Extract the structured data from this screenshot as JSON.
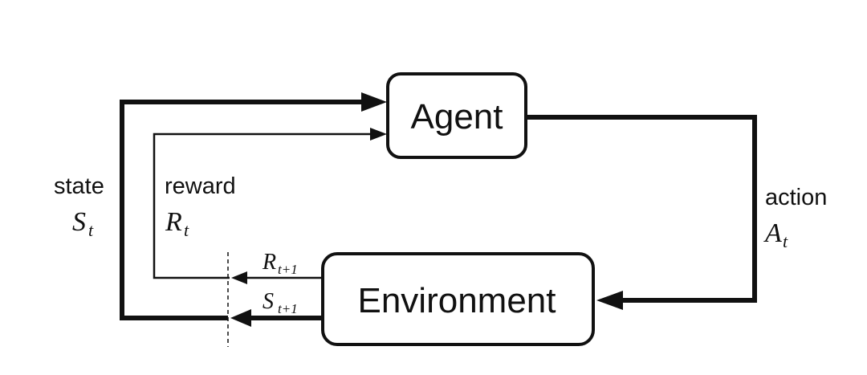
{
  "agent": {
    "label": "Agent"
  },
  "environment": {
    "label": "Environment"
  },
  "state": {
    "word": "state",
    "symbol": "S",
    "subscript": "t"
  },
  "reward": {
    "word": "reward",
    "symbol": "R",
    "subscript": "t"
  },
  "action": {
    "word": "action",
    "symbol": "A",
    "subscript": "t"
  },
  "next_reward": {
    "symbol": "R",
    "subscript": "t+1"
  },
  "next_state": {
    "symbol": "S",
    "subscript": "t+1"
  }
}
